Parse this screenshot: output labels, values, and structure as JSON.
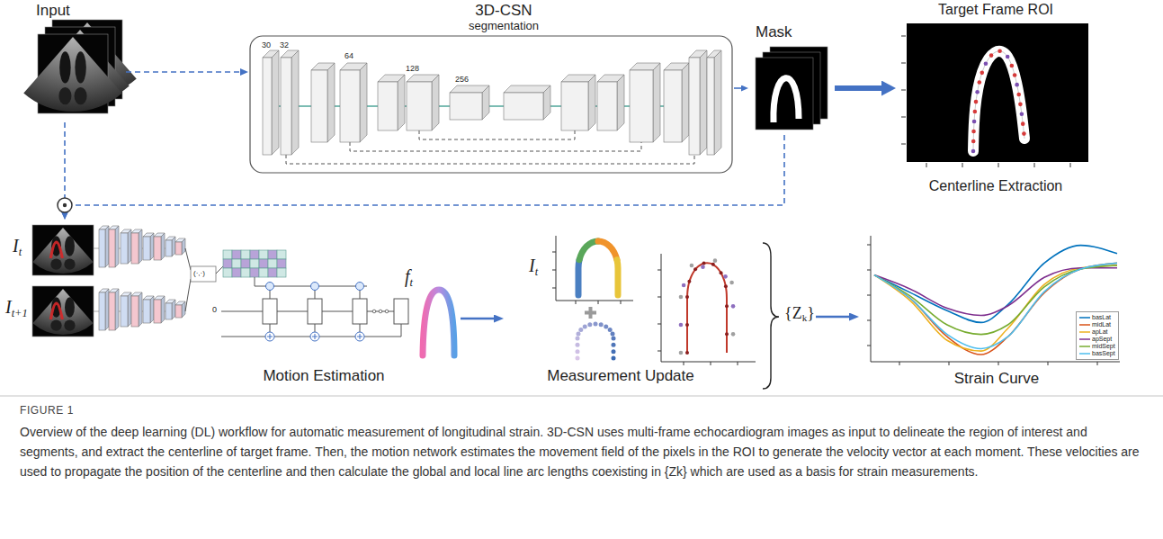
{
  "diagram": {
    "caption": "Overview of the deep learning (DL) workflow for automatic measurement of longitudinal strain. 3D-CSN uses multi-frame echocardiogram images as input to delineate the region of interest and segments, and extract the centerline of target frame. Then, the motion network estimates the movement field of the pixels in the ROI to generate the velocity vector at each moment. These velocities are used to propagate the position of the centerline and then calculate the global and local line arc lengths coexisting in {Zk} which are used as a basis for strain measurements.",
    "nodes": [
      {
        "text": [
          "Input"
        ]
      },
      {
        "text": [
          "3D-CSN",
          "segmentation"
        ]
      },
      {
        "text": [
          "Mask"
        ]
      },
      {
        "text": [
          "Target Frame ROI",
          "Centerline Extraction"
        ]
      },
      {
        "text": [
          "Motion Estimation"
        ]
      },
      {
        "text": [
          "Measurement Update"
        ]
      },
      {
        "text": [
          "Strain Curve"
        ]
      }
    ],
    "edges": [
      {
        "from": 0,
        "to": 1,
        "arrow": "to"
      },
      {
        "from": 1,
        "to": 2,
        "arrow": "to"
      },
      {
        "from": 2,
        "to": 3,
        "arrow": "to"
      },
      {
        "from": 0,
        "to": 4,
        "arrow": "to"
      },
      {
        "from": 2,
        "to": 4,
        "arrow": "to"
      },
      {
        "from": 4,
        "to": 5,
        "arrow": "to"
      },
      {
        "from": 5,
        "to": 6,
        "arrow": "to"
      }
    ],
    "labels": [
      "30",
      "32",
      "64",
      "128",
      "256",
      "It",
      "It+1",
      "(·,·)",
      "0",
      "ft",
      "It",
      "{Zk}",
      "FIGURE 1"
    ],
    "legend": [
      {
        "text": "basLat"
      },
      {
        "text": "midLat"
      },
      {
        "text": "apLat"
      },
      {
        "text": "apSept"
      },
      {
        "text": "midSept"
      },
      {
        "text": "basSept"
      }
    ]
  }
}
